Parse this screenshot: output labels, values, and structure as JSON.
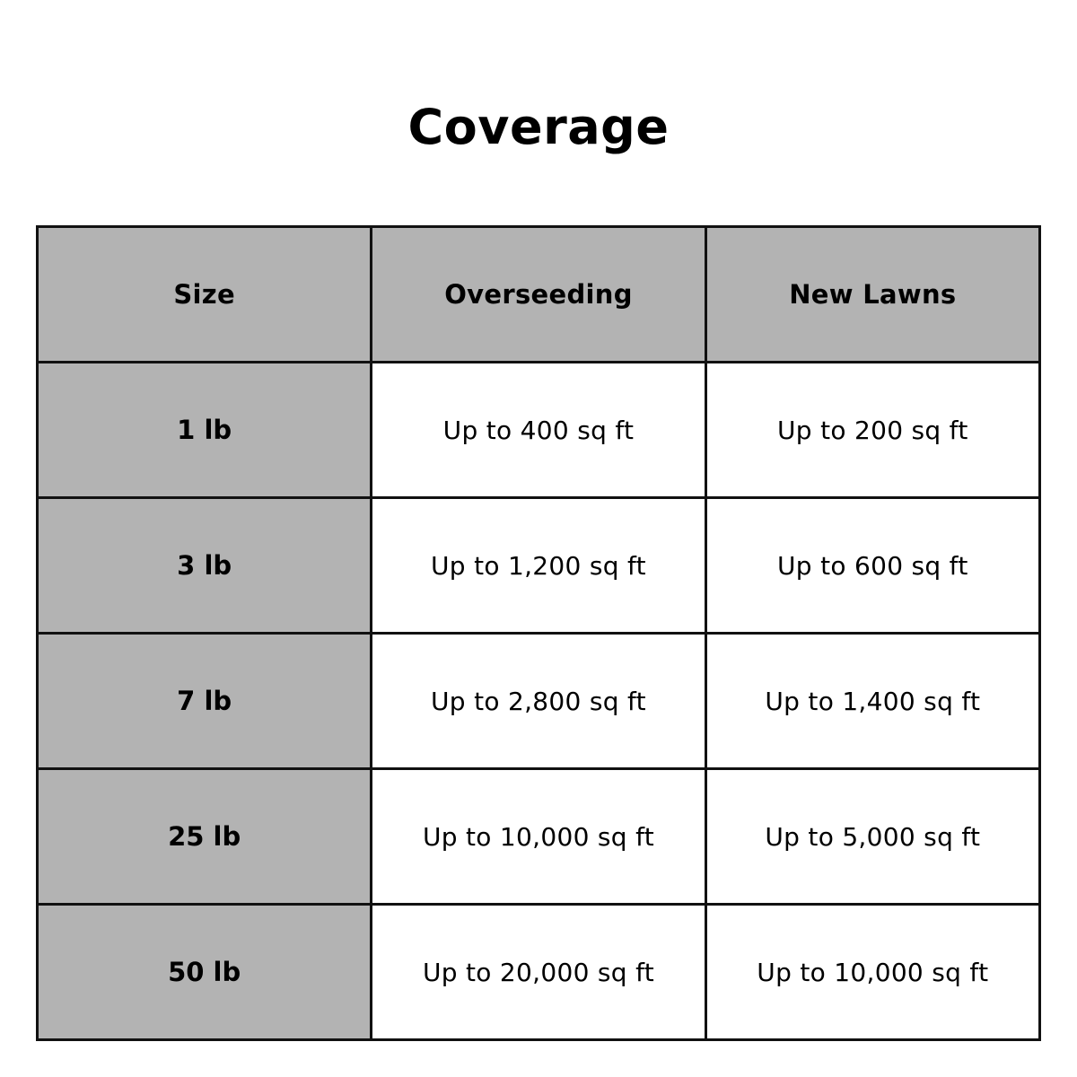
{
  "title": "Coverage",
  "table": {
    "headers": [
      "Size",
      "Overseeding",
      "New Lawns"
    ],
    "rows": [
      {
        "size": "1 lb",
        "overseeding": "Up to 400 sq ft",
        "new_lawns": "Up to 200 sq ft"
      },
      {
        "size": "3 lb",
        "overseeding": "Up to 1,200 sq ft",
        "new_lawns": "Up to 600 sq ft"
      },
      {
        "size": "7 lb",
        "overseeding": "Up to 2,800 sq ft",
        "new_lawns": "Up to 1,400 sq ft"
      },
      {
        "size": "25 lb",
        "overseeding": "Up to 10,000 sq ft",
        "new_lawns": "Up to 5,000 sq ft"
      },
      {
        "size": "50 lb",
        "overseeding": "Up to 20,000 sq ft",
        "new_lawns": "Up to 10,000 sq ft"
      }
    ]
  },
  "colors": {
    "header_fill": "#b3b3b3",
    "size_column_fill": "#b3b3b3",
    "cell_fill": "#ffffff",
    "border": "#111111"
  }
}
